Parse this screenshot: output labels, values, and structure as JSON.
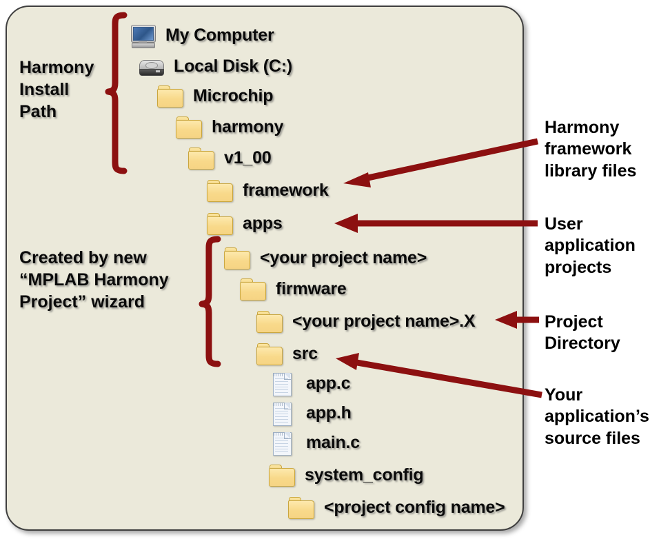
{
  "diagram": {
    "title": "MPLAB Harmony project folder structure",
    "accent_color": "#8c1010",
    "card_color": "#ebe9da",
    "folder_color": "#f8d98a",
    "text_color": "#0a0a0a"
  },
  "tree": {
    "items": [
      {
        "label": "My Computer",
        "icon": "monitor-icon",
        "depth": 0
      },
      {
        "label": "Local Disk (C:)",
        "icon": "disk-icon",
        "depth": 1
      },
      {
        "label": "Microchip",
        "icon": "folder-icon",
        "depth": 2
      },
      {
        "label": "harmony",
        "icon": "folder-icon",
        "depth": 3
      },
      {
        "label": "v1_00",
        "icon": "folder-icon",
        "depth": 4
      },
      {
        "label": "framework",
        "icon": "folder-icon",
        "depth": 5
      },
      {
        "label": "apps",
        "icon": "folder-icon",
        "depth": 5
      },
      {
        "label": "<your project name>",
        "icon": "folder-icon",
        "depth": 6
      },
      {
        "label": "firmware",
        "icon": "folder-icon",
        "depth": 7
      },
      {
        "label": "<your project name>.X",
        "icon": "folder-icon",
        "depth": 8
      },
      {
        "label": "src",
        "icon": "folder-icon",
        "depth": 8
      },
      {
        "label": "app.c",
        "icon": "file-icon",
        "depth": 9
      },
      {
        "label": "app.h",
        "icon": "file-icon",
        "depth": 9
      },
      {
        "label": "main.c",
        "icon": "file-icon",
        "depth": 9
      },
      {
        "label": "system_config",
        "icon": "folder-icon",
        "depth": 9
      },
      {
        "label": "<project config name>",
        "icon": "folder-icon",
        "depth": 10
      }
    ]
  },
  "left_labels": [
    {
      "name": "harmony-install-path",
      "lines": [
        "Harmony",
        "Install",
        "Path"
      ]
    },
    {
      "name": "wizard-created",
      "lines": [
        "Created by new",
        "“MPLAB Harmony",
        "Project” wizard"
      ]
    }
  ],
  "callouts": [
    {
      "name": "harmony-framework-library-files",
      "lines": [
        "Harmony",
        "framework",
        "library files"
      ],
      "target": "framework"
    },
    {
      "name": "user-application-projects",
      "lines": [
        "User",
        "application",
        "projects"
      ],
      "target": "apps"
    },
    {
      "name": "project-directory",
      "lines": [
        "Project",
        "Directory"
      ],
      "target": "<your project name>.X"
    },
    {
      "name": "your-application-source-files",
      "lines": [
        "Your",
        "application’s",
        "source files"
      ],
      "target": "src"
    }
  ]
}
